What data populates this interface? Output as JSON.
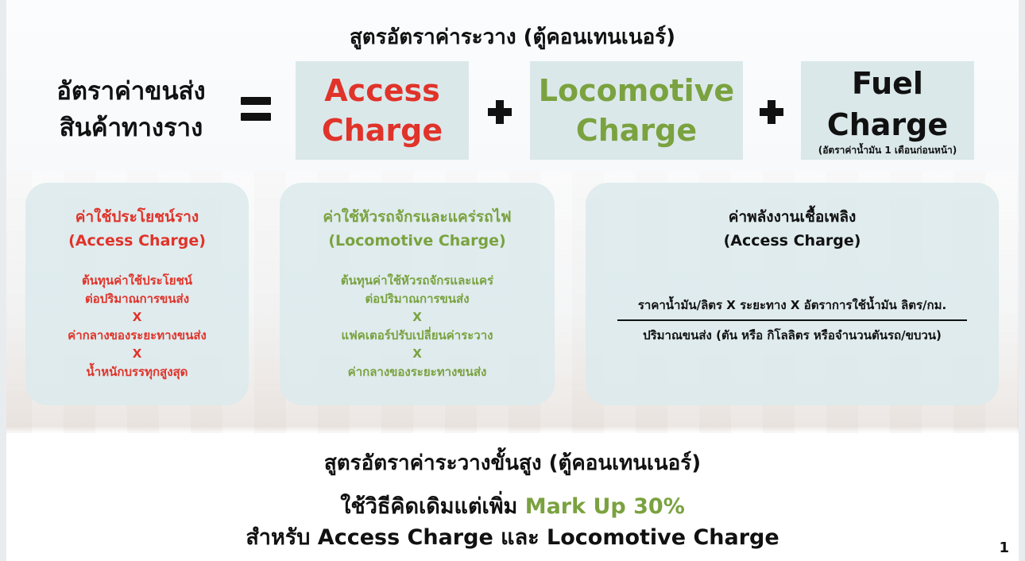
{
  "header": {
    "title": "สูตรอัตราค่าระวาง (ตู้คอนเทนเนอร์)"
  },
  "equation": {
    "lhs_line1": "อัตราค่าขนส่ง",
    "lhs_line2": "สินค้าทางราง",
    "term1": {
      "line1": "Access",
      "line2": "Charge"
    },
    "term2": {
      "line1": "Locomotive",
      "line2": "Charge"
    },
    "term3": {
      "line1": "Fuel",
      "line2": "Charge",
      "note": "(อัตราค่าน้ำมัน 1 เดือนก่อนหน้า)"
    }
  },
  "cards": {
    "access": {
      "title1": "ค่าใช้ประโยชน์ราง",
      "title2": "(Access Charge)",
      "lines": [
        "ต้นทุนค่าใช้ประโยชน์",
        "ต่อปริมาณการขนส่ง",
        "X",
        "ค่ากลางของระยะทางขนส่ง",
        "X",
        "น้ำหนักบรรทุกสูงสุด"
      ]
    },
    "locomotive": {
      "title1": "ค่าใช้หัวรถจักรและแคร่รถไฟ",
      "title2": "(Locomotive Charge)",
      "lines": [
        "ต้นทุนค่าใช้หัวรถจักรและแคร่",
        "ต่อปริมาณการขนส่ง",
        "X",
        "แฟคเตอร์ปรับเปลี่ยนค่าระวาง",
        "X",
        "ค่ากลางของระยะทางขนส่ง"
      ]
    },
    "fuel": {
      "title1": "ค่าพลังงานเชื้อเพลิง",
      "title2": "(Access Charge)",
      "numerator": "ราคาน้ำมัน/ลิตร X ระยะทาง X อัตราการใช้น้ำมัน ลิตร/กม.",
      "denominator": "ปริมาณขนส่ง (ตัน หรือ กิโลลิตร หรือจำนวนตันรถ/ขบวน)"
    }
  },
  "footer": {
    "title": "สูตรอัตราค่าระวางขั้นสูง (ตู้คอนเทนเนอร์)",
    "line1_prefix": "ใช้วิธีคิดเดิมแต่เพิ่ม",
    "line1_highlight": "Mark Up 30%",
    "line2": "สำหรับ Access Charge และ Locomotive Charge",
    "page_number": "1"
  },
  "colors": {
    "red": "#e0332a",
    "green": "#7aa23f",
    "box": "#dbe8ea",
    "card": "#ddeaec"
  }
}
